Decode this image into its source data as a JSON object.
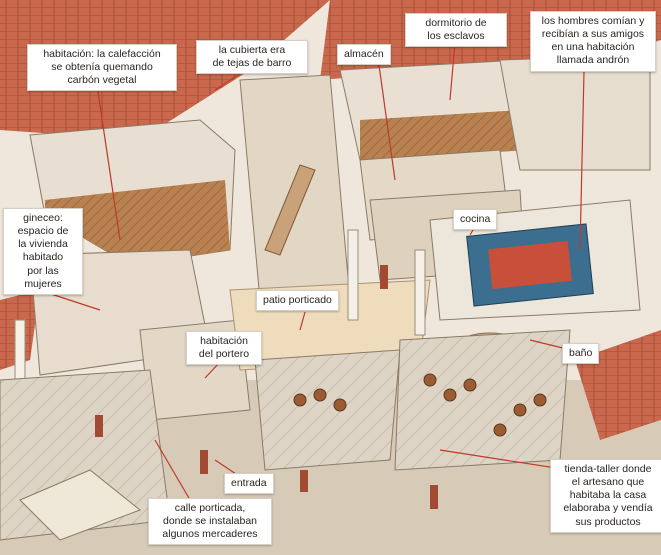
{
  "labels": {
    "calefaccion": "habitación: la calefacción\nse obtenía quemando\ncarbón vegetal",
    "cubierta": "la cubierta era\nde tejas de barro",
    "almacen": "almacén",
    "dormitorio": "dormitorio de\nlos esclavos",
    "andron": "los hombres comían y\nrecibían a sus amigos\nen una habitación\nllamada andrón",
    "gineceo": "gineceo:\nespacio de\nla vivienda\nhabitado\npor las\nmujeres",
    "cocina": "cocina",
    "patio": "patio porticado",
    "portero": "habitación\ndel portero",
    "bano": "baño",
    "entrada": "entrada",
    "calle": "calle porticada,\ndonde se instalaban\nalgunos mercaderes",
    "tienda": "tienda-taller donde\nel artesano que\nhabitaba la casa\nelaboraba y vendía\nsus productos"
  },
  "colors": {
    "roof": "#c4654a",
    "wall": "#e9e1d6",
    "floor": "#b27a45",
    "courtyard": "#e8d4b2",
    "pointer": "#c0392b"
  }
}
